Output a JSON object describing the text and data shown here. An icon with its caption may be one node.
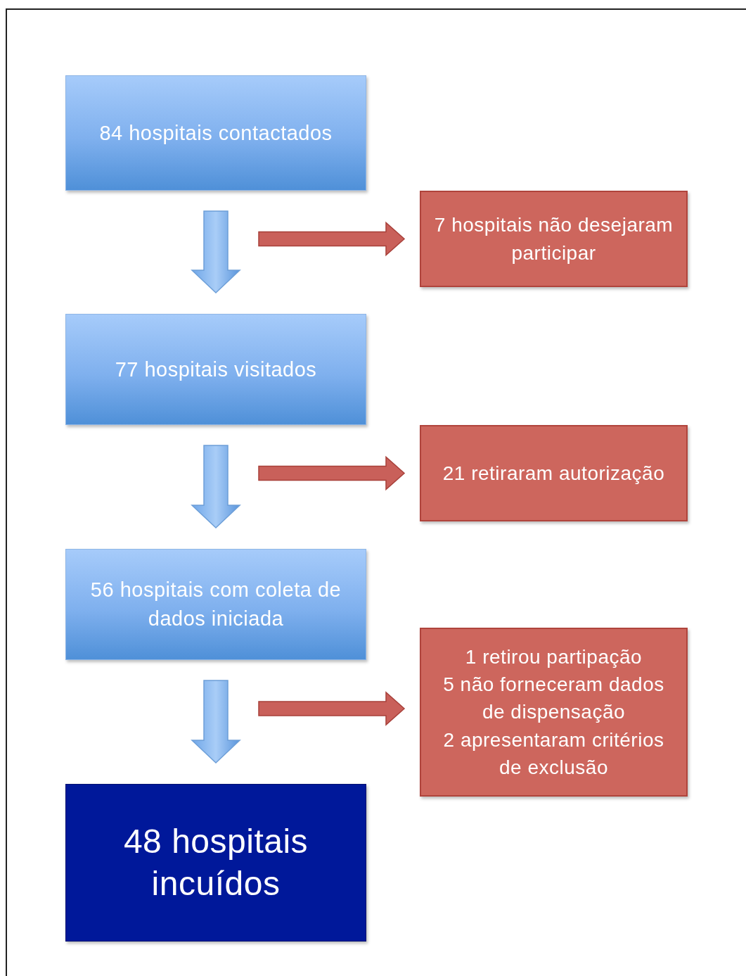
{
  "diagram": {
    "nodes": [
      {
        "text": [
          "84 hospitais contactados"
        ]
      },
      {
        "text": [
          "77 hospitais visitados"
        ]
      },
      {
        "text": [
          "56 hospitais com coleta de dados iniciada"
        ]
      },
      {
        "text": [
          "48 hospitais incuídos"
        ]
      },
      {
        "text": [
          "7 hospitais não desejaram participar"
        ]
      },
      {
        "text": [
          "21 retiraram autorização"
        ]
      },
      {
        "text": [
          "1 retirou partipação",
          "5 não forneceram dados de dispensação",
          "2 apresentaram critérios de exclusão"
        ]
      }
    ],
    "edges": [
      {
        "from": 0,
        "to": 1,
        "arrow": "to"
      },
      {
        "from": 1,
        "to": 2,
        "arrow": "to"
      },
      {
        "from": 2,
        "to": 3,
        "arrow": "to"
      },
      {
        "from": null,
        "to": 4,
        "arrow": "to",
        "color": "#c9605a"
      },
      {
        "from": null,
        "to": 5,
        "arrow": "to",
        "color": "#c9605a"
      },
      {
        "from": null,
        "to": 6,
        "arrow": "to",
        "color": "#c9605a"
      }
    ]
  }
}
